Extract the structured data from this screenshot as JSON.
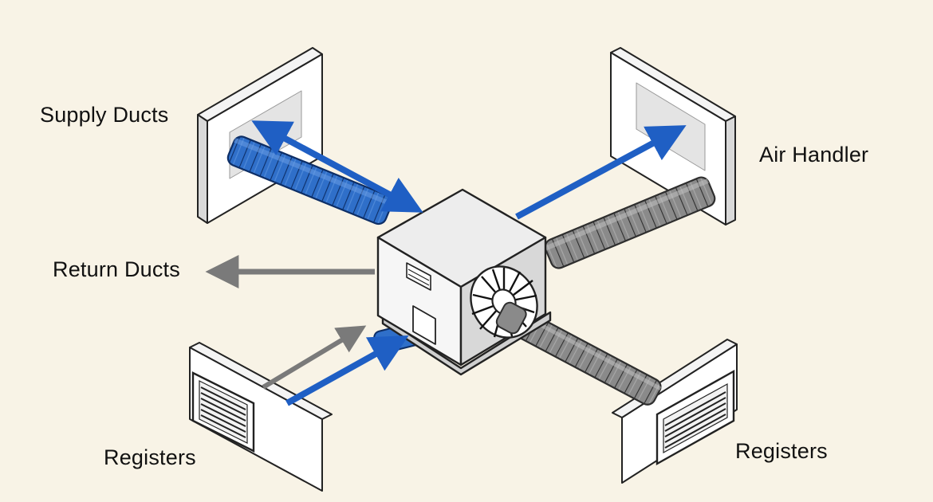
{
  "labels": {
    "supply_ducts": "Supply Ducts",
    "air_handler": "Air Handler",
    "return_ducts": "Return Ducts",
    "registers_left": "Registers",
    "registers_right": "Registers"
  },
  "colors": {
    "background": "#f8f3e6",
    "supply_blue": "#1f5fc4",
    "duct_blue": "#2f6fc9",
    "return_gray": "#7a7a7a",
    "duct_gray": "#8a8a8a",
    "wall": "#ffffff",
    "outline": "#222222"
  },
  "icons": [
    "air-handler-unit",
    "fan-grille",
    "register-vent",
    "wall-panel",
    "flow-arrow"
  ]
}
